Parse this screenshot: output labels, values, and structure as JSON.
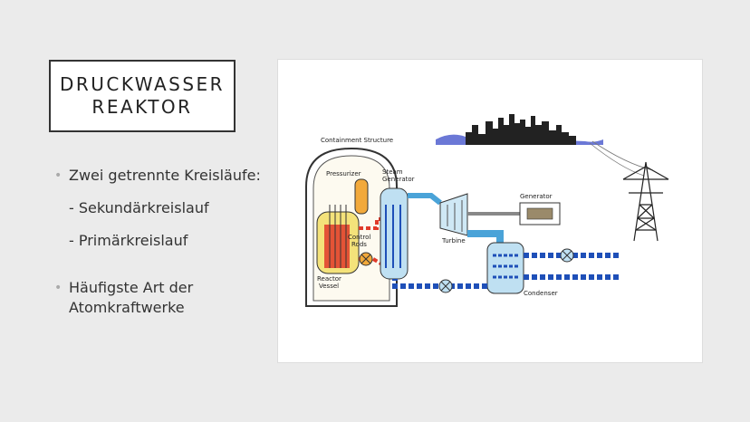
{
  "slide": {
    "title_line1": "DRUCKWASSER",
    "title_line2": "REAKTOR",
    "bullets": [
      {
        "text": "Zwei getrennte Kreisläufe:",
        "subs": [
          "- Sekundärkreislauf",
          "- Primärkreislauf"
        ]
      },
      {
        "text": "Häufigste Art der Atomkraftwerke"
      }
    ]
  },
  "diagram": {
    "labels": {
      "containment": "Containment Structure",
      "pressurizer": "Pressurizer",
      "steam_generator_1": "Steam",
      "steam_generator_2": "Generator",
      "control_rods_1": "Control",
      "control_rods_2": "Rods",
      "reactor_vessel_1": "Reactor",
      "reactor_vessel_2": "Vessel",
      "turbine": "Turbine",
      "generator": "Generator",
      "condenser": "Condenser"
    },
    "colors": {
      "primary_loop": "#e03a2a",
      "secondary_loop": "#4aa3d8",
      "coolant_loop": "#1e4fb8",
      "pressurizer": "#f2a93b"
    }
  }
}
